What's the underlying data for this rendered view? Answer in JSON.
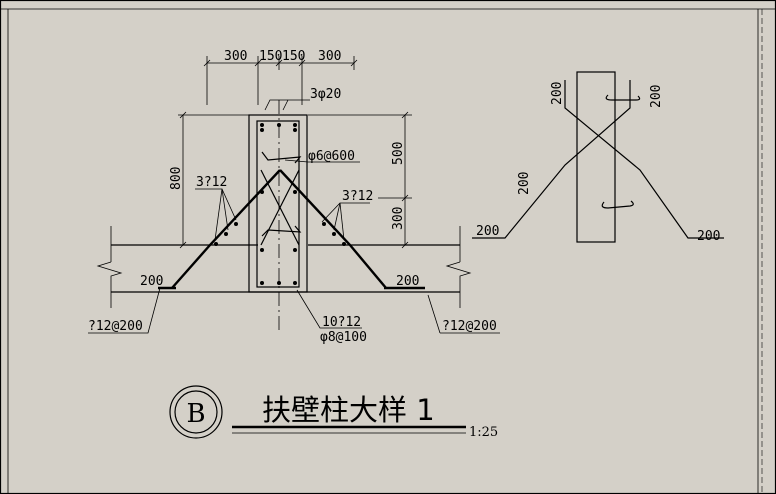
{
  "main_detail": {
    "top_dims": [
      "300",
      "150",
      "150",
      "300"
    ],
    "top_bar_label": "3φ20",
    "height_dim_left": "800",
    "tie_label": "φ6@600",
    "right_dim_upper": "500",
    "right_dim_lower": "300",
    "haunch_left_label": "3?12",
    "haunch_right_label": "3?12",
    "haunch_len_left": "200",
    "haunch_len_right": "200",
    "slab_left_label": "?12@200",
    "slab_right_label": "?12@200",
    "column_bars_label": "10?12",
    "stirrup_label": "φ8@100"
  },
  "side_detail": {
    "hook_dim_left": "200",
    "hook_dim_right": "200",
    "diag_dim": "200",
    "bottom_left": "200",
    "bottom_right": "200"
  },
  "title_block": {
    "circle_letter": "B",
    "title": "扶壁柱大样 1",
    "scale": "1:25"
  }
}
